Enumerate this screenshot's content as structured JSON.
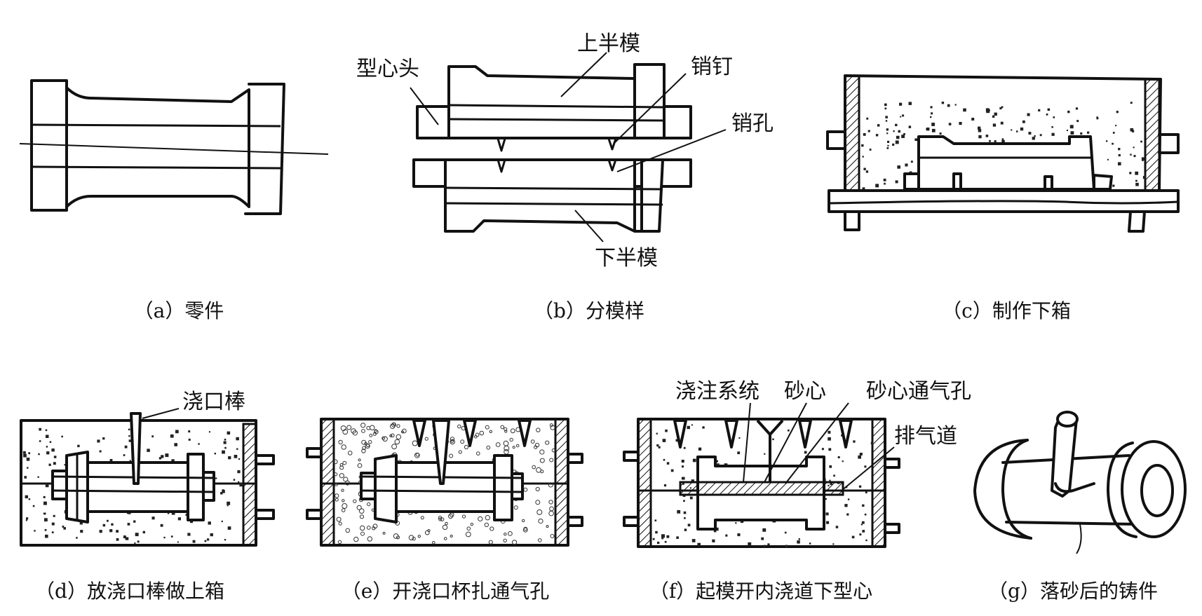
{
  "panels": {
    "a": {
      "caption": "（a）零件"
    },
    "b": {
      "caption": "（b）分模样",
      "labels": {
        "upper_half": "上半模",
        "core_print": "型心头",
        "pin": "销钉",
        "pin_hole": "销孔",
        "lower_half": "下半模"
      }
    },
    "c": {
      "caption": "（c）制作下箱"
    },
    "d": {
      "caption": "（d）放浇口棒做上箱",
      "labels": {
        "sprue_rod": "浇口棒"
      }
    },
    "e": {
      "caption": "（e）开浇口杯扎通气孔"
    },
    "f": {
      "caption": "（f）起模开内浇道下型心",
      "labels": {
        "gating": "浇注系统",
        "core": "砂心",
        "core_vent": "砂心通气孔",
        "vent": "排气道"
      }
    },
    "g": {
      "caption": "（g）落砂后的铸件"
    }
  }
}
